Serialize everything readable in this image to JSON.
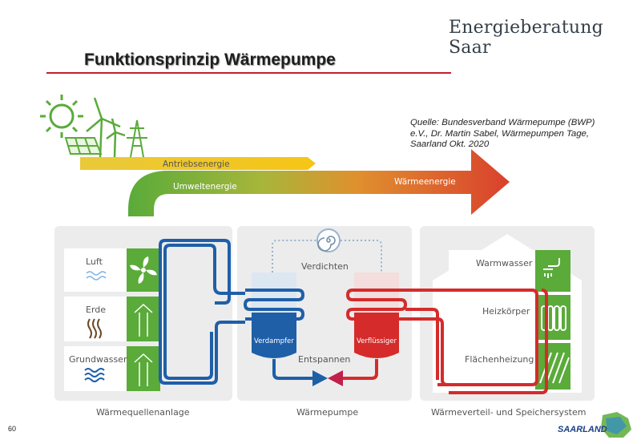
{
  "header": {
    "brand": "Energieberatung Saar",
    "title": "Funktionsprinzip Wärmepumpe"
  },
  "source": "Quelle: Bundesverband Wärmepumpe (BWP) e.V., Dr. Martin Sabel, Wärmepumpen Tage, Saarland Okt. 2020",
  "arrows": {
    "drive": "Antriebsenergie",
    "environment": "Umweltenergie",
    "heat": "Wärmeenergie"
  },
  "source_panel": {
    "caption": "Wärmequellenanlage",
    "rows": [
      "Luft",
      "Erde",
      "Grundwasser"
    ]
  },
  "pump_panel": {
    "caption": "Wärmepumpe",
    "compress": "Verdichten",
    "expand": "Entspannen",
    "evaporator": "Verdampfer",
    "condenser": "Verflüssiger"
  },
  "distribution_panel": {
    "caption": "Wärmeverteil- und Speichersystem",
    "rows": [
      "Warmwasser",
      "Heizkörper",
      "Flächenheizung"
    ]
  },
  "footer": {
    "page": "60",
    "logo": "SAARLAND"
  },
  "colors": {
    "green": "#5aab3a",
    "red": "#d52b2b",
    "blue": "#1f5fa8",
    "yellow": "#f6c516",
    "accent_rule": "#c2202b",
    "panel": "#ececec"
  }
}
